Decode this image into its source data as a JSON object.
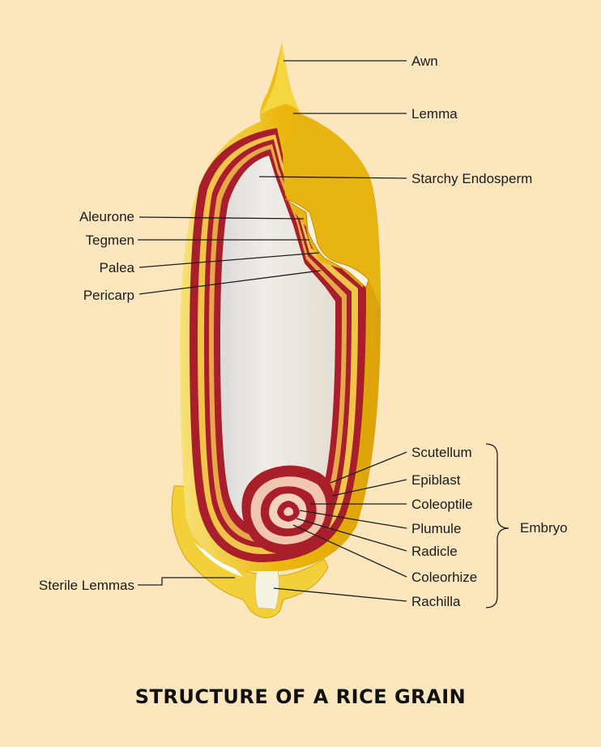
{
  "title": "STRUCTURE OF A RICE GRAIN",
  "labels": {
    "awn": "Awn",
    "lemma": "Lemma",
    "starchy_endosperm": "Starchy Endosperm",
    "aleurone": "Aleurone",
    "tegmen": "Tegmen",
    "palea": "Palea",
    "pericarp": "Pericarp",
    "scutellum": "Scutellum",
    "epiblast": "Epiblast",
    "coleoptile": "Coleoptile",
    "plumule": "Plumule",
    "radicle": "Radicle",
    "coleorhize": "Coleorhize",
    "rachilla": "Rachilla",
    "embryo": "Embryo",
    "sterile_lemmas": "Sterile Lemmas"
  },
  "colors": {
    "background": "#fbe6bd",
    "husk": "#ecb80e",
    "husk_light": "#f6de6a",
    "layer_red": "#a81f2b",
    "endosperm": "#ece8e2"
  }
}
